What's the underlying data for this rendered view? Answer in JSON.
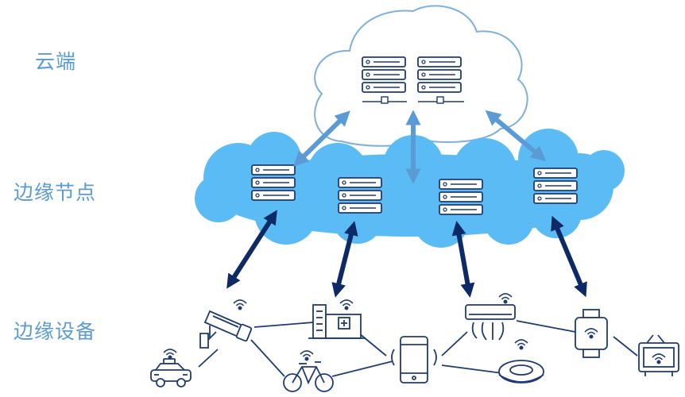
{
  "labels": {
    "cloud": "云端",
    "edge_nodes": "边缘节点",
    "edge_devices": "边缘设备"
  },
  "colors": {
    "label": "#5b9bd5",
    "cloud_outline": "#7eb0dc",
    "edge_cloud_fill": "#5bbcf5",
    "server_stroke": "#1f3b73",
    "arrow_light": "#5b9bd5",
    "arrow_dark": "#0d2a66",
    "device_stroke": "#1f3b73",
    "link_line": "#1f3b73"
  },
  "icons": {
    "cloud_servers": "server-rack-icon",
    "edge_nodes": "server-stack-icon",
    "devices": [
      "taxi-icon",
      "surveillance-camera-icon",
      "hospital-building-icon",
      "bicycle-icon",
      "smartphone-icon",
      "air-conditioner-icon",
      "robot-vacuum-icon",
      "smartwatch-icon",
      "smart-tv-icon"
    ]
  }
}
